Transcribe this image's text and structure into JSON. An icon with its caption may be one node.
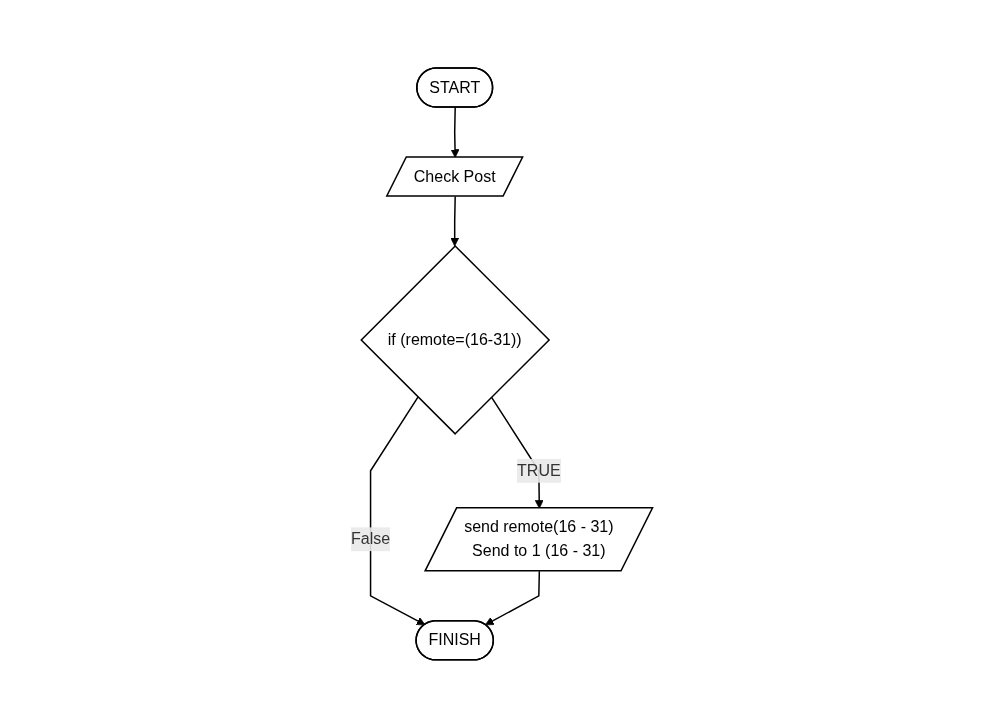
{
  "diagram": {
    "nodes": [
      {
        "text": [
          "START"
        ]
      },
      {
        "text": [
          "Check Post"
        ]
      },
      {
        "text": [
          "if (remote=(16-31))"
        ]
      },
      {
        "text": [
          "send remote(16 - 31)",
          "Send to 1 (16 - 31)"
        ]
      },
      {
        "text": [
          "FINISH"
        ]
      }
    ],
    "edges": [
      {
        "from": 0,
        "to": 1,
        "arrow": "to"
      },
      {
        "from": 1,
        "to": 2,
        "arrow": "to"
      },
      {
        "from": 2,
        "to": 3,
        "arrow": "to",
        "label": "TRUE"
      },
      {
        "from": 2,
        "to": 4,
        "arrow": "to",
        "label": "False"
      },
      {
        "from": 3,
        "to": 4,
        "arrow": "to"
      }
    ]
  }
}
